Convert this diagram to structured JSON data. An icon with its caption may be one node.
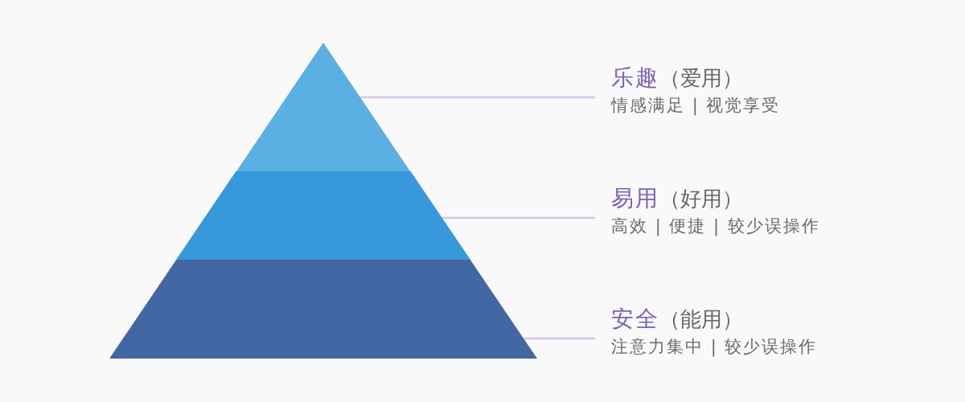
{
  "diagram": {
    "nodes": [
      {
        "text": [],
        "shape": "triangle"
      },
      {
        "text": [],
        "shape": "trapezoid"
      },
      {
        "text": [],
        "shape": "trapezoid"
      },
      {
        "text": [
          "乐趣",
          "（爱用）",
          "情感满足 | 视觉享受"
        ]
      },
      {
        "text": [
          "易用",
          "（好用）",
          "高效 | 便捷 | 较少误操作"
        ]
      },
      {
        "text": [
          "安全",
          "（能用）",
          "注意力集中 | 较少误操作"
        ]
      }
    ],
    "edges": [
      {
        "from": 3,
        "to": 0,
        "arrow": "none"
      },
      {
        "from": 4,
        "to": 1,
        "arrow": "none"
      },
      {
        "from": 5,
        "to": 2,
        "arrow": "none"
      }
    ]
  }
}
